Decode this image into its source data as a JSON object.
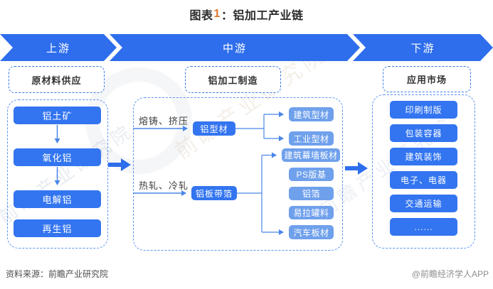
{
  "title": {
    "prefix": "图表",
    "number": "1",
    "suffix": "：铝加工产业链"
  },
  "banner": {
    "segments": [
      {
        "label": "上游"
      },
      {
        "label": "中游"
      },
      {
        "label": "下游"
      }
    ]
  },
  "upstream": {
    "header": "原材料供应",
    "boxes": [
      "铝土矿",
      "氧化铝",
      "电解铝",
      "再生铝"
    ]
  },
  "midstream": {
    "header": "铝加工制造",
    "branches": [
      {
        "process": "熔铸、挤压",
        "product": "铝型材",
        "outputs": [
          "建筑型材",
          "工业型材"
        ]
      },
      {
        "process": "热轧、冷轧",
        "product": "铝板带箔",
        "outputs": [
          "建筑幕墙板材",
          "PS版基",
          "铝箔",
          "易拉罐料",
          "汽车板材"
        ]
      }
    ]
  },
  "downstream": {
    "header": "应用市场",
    "boxes": [
      "印刷制版",
      "包装容器",
      "建筑装饰",
      "电子、电器",
      "交通运输",
      "......"
    ]
  },
  "footer": {
    "source": "资料来源：前瞻产业研究院",
    "credit": "@前瞻经济学人APP"
  },
  "watermarks": [
    "前瞻产业研究院",
    "前瞻产业研究院",
    "前瞻产业研究院"
  ],
  "colors": {
    "banner_blue": "#2e6eec",
    "box_blue": "#3375f0",
    "light_box_blue": "#6fa0ec",
    "dashed_border": "#4a86e8",
    "accent_orange": "#e0762c"
  }
}
